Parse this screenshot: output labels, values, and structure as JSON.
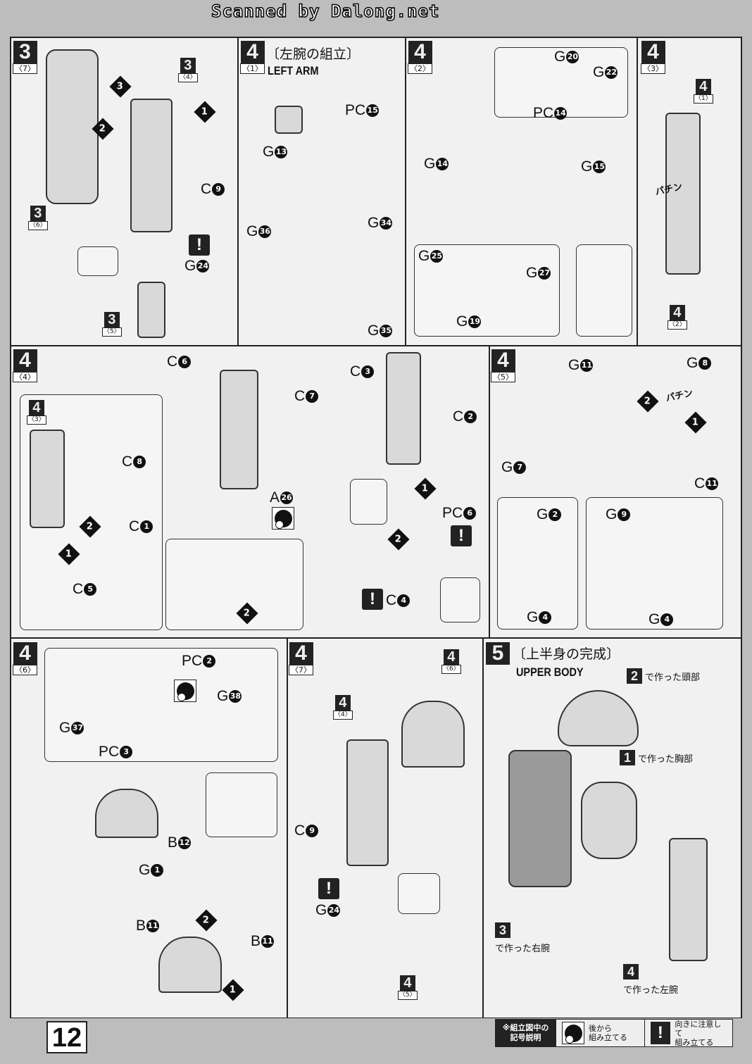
{
  "header": "Scanned by Dalong.net",
  "page_number": "12",
  "panels": {
    "p37": {
      "step": "3",
      "sub": "〈7〉",
      "refs": [
        {
          "n": "3",
          "s": "〈4〉"
        },
        {
          "n": "3",
          "s": "〈6〉"
        },
        {
          "n": "3",
          "s": "〈5〉"
        }
      ],
      "parts": [
        {
          "l": "C",
          "n": "9"
        },
        {
          "l": "G",
          "n": "24"
        }
      ],
      "nums": [
        "1",
        "2",
        "3"
      ],
      "warn": "!"
    },
    "p41": {
      "step": "4",
      "sub": "〈1〉",
      "title": "〔左腕の組立〕",
      "en": "LEFT ARM",
      "parts": [
        {
          "l": "PC",
          "n": "15"
        },
        {
          "l": "G",
          "n": "13"
        },
        {
          "l": "G",
          "n": "36"
        },
        {
          "l": "G",
          "n": "34"
        },
        {
          "l": "G",
          "n": "35"
        }
      ]
    },
    "p42": {
      "step": "4",
      "sub": "〈2〉",
      "parts": [
        {
          "l": "G",
          "n": "20"
        },
        {
          "l": "G",
          "n": "22"
        },
        {
          "l": "PC",
          "n": "14"
        },
        {
          "l": "G",
          "n": "14"
        },
        {
          "l": "G",
          "n": "15"
        },
        {
          "l": "G",
          "n": "25"
        },
        {
          "l": "G",
          "n": "27"
        },
        {
          "l": "G",
          "n": "19"
        }
      ]
    },
    "p43": {
      "step": "4",
      "sub": "〈3〉",
      "refs": [
        {
          "n": "4",
          "s": "〈1〉"
        },
        {
          "n": "4",
          "s": "〈2〉"
        }
      ],
      "sfx": "パチン"
    },
    "p44": {
      "step": "4",
      "sub": "〈4〉",
      "refs": [
        {
          "n": "4",
          "s": "〈3〉"
        }
      ],
      "parts": [
        {
          "l": "C",
          "n": "6"
        },
        {
          "l": "C",
          "n": "7"
        },
        {
          "l": "C",
          "n": "8"
        },
        {
          "l": "C",
          "n": "1"
        },
        {
          "l": "C",
          "n": "5"
        },
        {
          "l": "A",
          "n": "26"
        },
        {
          "l": "C",
          "n": "3"
        },
        {
          "l": "C",
          "n": "2"
        },
        {
          "l": "PC",
          "n": "6"
        },
        {
          "l": "C",
          "n": "4"
        }
      ],
      "nums": [
        "1",
        "2",
        "2",
        "1",
        "2"
      ],
      "warn": "!"
    },
    "p45": {
      "step": "4",
      "sub": "〈5〉",
      "parts": [
        {
          "l": "G",
          "n": "11"
        },
        {
          "l": "G",
          "n": "8"
        },
        {
          "l": "G",
          "n": "7"
        },
        {
          "l": "C",
          "n": "11"
        },
        {
          "l": "G",
          "n": "2"
        },
        {
          "l": "G",
          "n": "9"
        },
        {
          "l": "G",
          "n": "4"
        },
        {
          "l": "G",
          "n": "4"
        }
      ],
      "nums": [
        "2",
        "1"
      ],
      "sfx": "パチン"
    },
    "p46": {
      "step": "4",
      "sub": "〈6〉",
      "parts": [
        {
          "l": "PC",
          "n": "2"
        },
        {
          "l": "G",
          "n": "38"
        },
        {
          "l": "G",
          "n": "37"
        },
        {
          "l": "PC",
          "n": "3"
        },
        {
          "l": "B",
          "n": "12"
        },
        {
          "l": "G",
          "n": "1"
        },
        {
          "l": "B",
          "n": "11"
        },
        {
          "l": "B",
          "n": "11"
        }
      ],
      "nums": [
        "2",
        "1"
      ]
    },
    "p47": {
      "step": "4",
      "sub": "〈7〉",
      "refs": [
        {
          "n": "4",
          "s": "〈6〉"
        },
        {
          "n": "4",
          "s": "〈4〉"
        },
        {
          "n": "4",
          "s": "〈5〉"
        }
      ],
      "parts": [
        {
          "l": "C",
          "n": "9"
        },
        {
          "l": "G",
          "n": "24"
        }
      ],
      "warn": "!"
    },
    "p5": {
      "step": "5",
      "title": "〔上半身の完成〕",
      "en": "UPPER BODY",
      "captions": [
        {
          "n": "2",
          "t": "で作った頭部"
        },
        {
          "n": "1",
          "t": "で作った胸部"
        },
        {
          "n": "3",
          "t": "で作った右腕"
        },
        {
          "n": "4",
          "t": "で作った左腕"
        }
      ]
    }
  },
  "legend": {
    "heading": "※組立図中の\n記号説明",
    "items": [
      {
        "icon": "back-assembly-icon",
        "text": "後から\n組み立てる"
      },
      {
        "icon": "warning-icon",
        "text": "向きに注意して\n組み立てる"
      }
    ]
  }
}
